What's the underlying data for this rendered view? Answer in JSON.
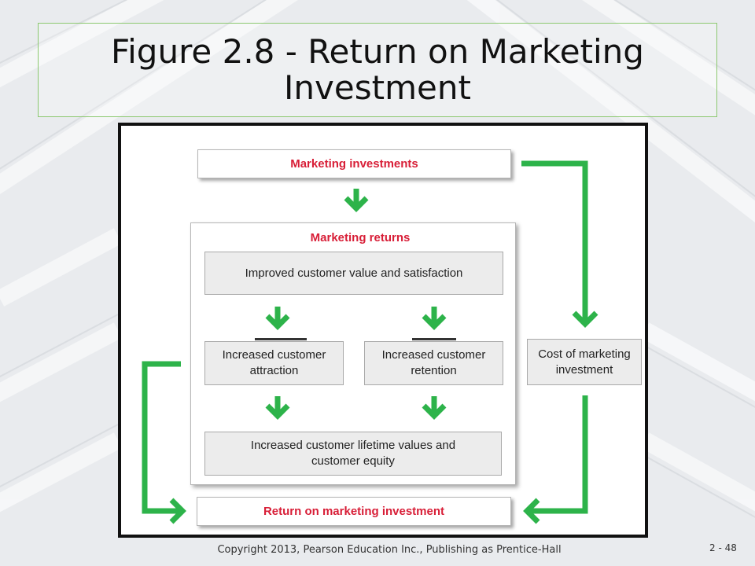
{
  "title": "Figure 2.8 - Return on Marketing Investment",
  "diagram": {
    "marketing_investments": "Marketing investments",
    "marketing_returns": "Marketing returns",
    "improved_value": "Improved customer value and satisfaction",
    "increased_attraction": "Increased customer attraction",
    "increased_retention": "Increased customer retention",
    "lifetime_values": "Increased customer lifetime values and customer equity",
    "cost_of_marketing": "Cost of marketing investment",
    "return_on_marketing": "Return on marketing investment"
  },
  "colors": {
    "accent_red": "#d81e37",
    "arrow_green": "#2db34a",
    "title_border": "#8cc870"
  },
  "footer": {
    "copyright": "Copyright 2013, Pearson Education Inc., Publishing as Prentice-Hall",
    "page_number": "2 - 48"
  }
}
